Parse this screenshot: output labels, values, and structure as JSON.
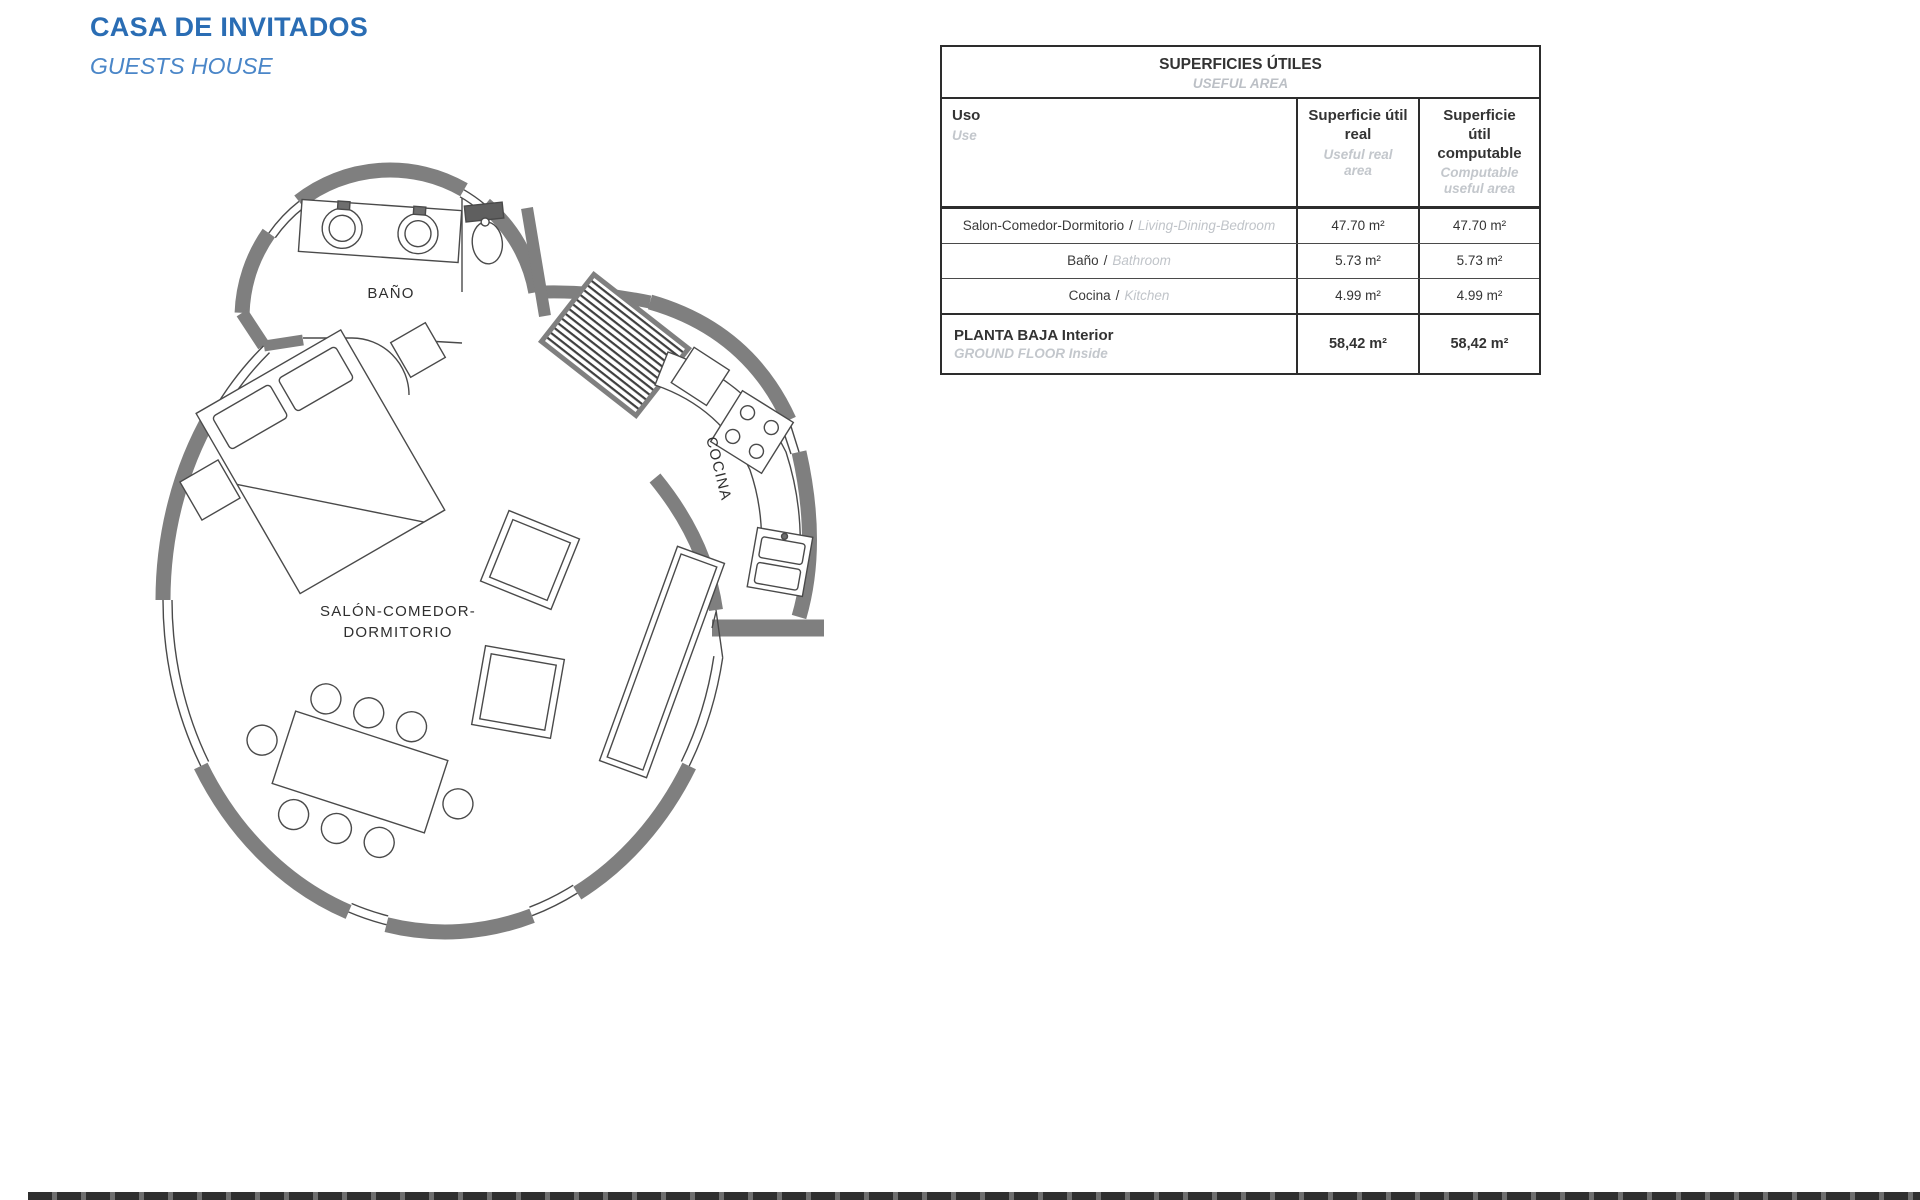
{
  "colors": {
    "accent_blue": "#2a6db4",
    "subtitle_blue": "#4a86c8",
    "wall_gray": "#7f7f7f",
    "line_dark": "#4a4a4a",
    "muted_gray": "#c0c4c9"
  },
  "header": {
    "title": "CASA DE INVITADOS",
    "subtitle": "GUESTS HOUSE"
  },
  "floorplan": {
    "labels": {
      "bathroom": "BAÑO",
      "kitchen": "COCINA",
      "living1": "SALÓN-COMEDOR-",
      "living2": "DORMITORIO"
    }
  },
  "table": {
    "title_es": "SUPERFICIES ÚTILES",
    "title_en": "USEFUL AREA",
    "separator": "/",
    "columns": {
      "use_es": "Uso",
      "use_en": "Use",
      "real_es": "Superficie útil real",
      "real_en": "Useful real area",
      "computable_es": "Superficie útil computable",
      "computable_en": "Computable useful area"
    },
    "rows": [
      {
        "es": "Salon-Comedor-Dormitorio",
        "en": "Living-Dining-Bedroom",
        "real": "47.70 m²",
        "computable": "47.70 m²"
      },
      {
        "es": "Baño",
        "en": "Bathroom",
        "real": "5.73 m²",
        "computable": "5.73 m²"
      },
      {
        "es": "Cocina",
        "en": "Kitchen",
        "real": "4.99 m²",
        "computable": "4.99 m²"
      }
    ],
    "total": {
      "es": "PLANTA BAJA Interior",
      "en": "GROUND FLOOR Inside",
      "real": "58,42 m²",
      "computable": "58,42 m²"
    }
  }
}
